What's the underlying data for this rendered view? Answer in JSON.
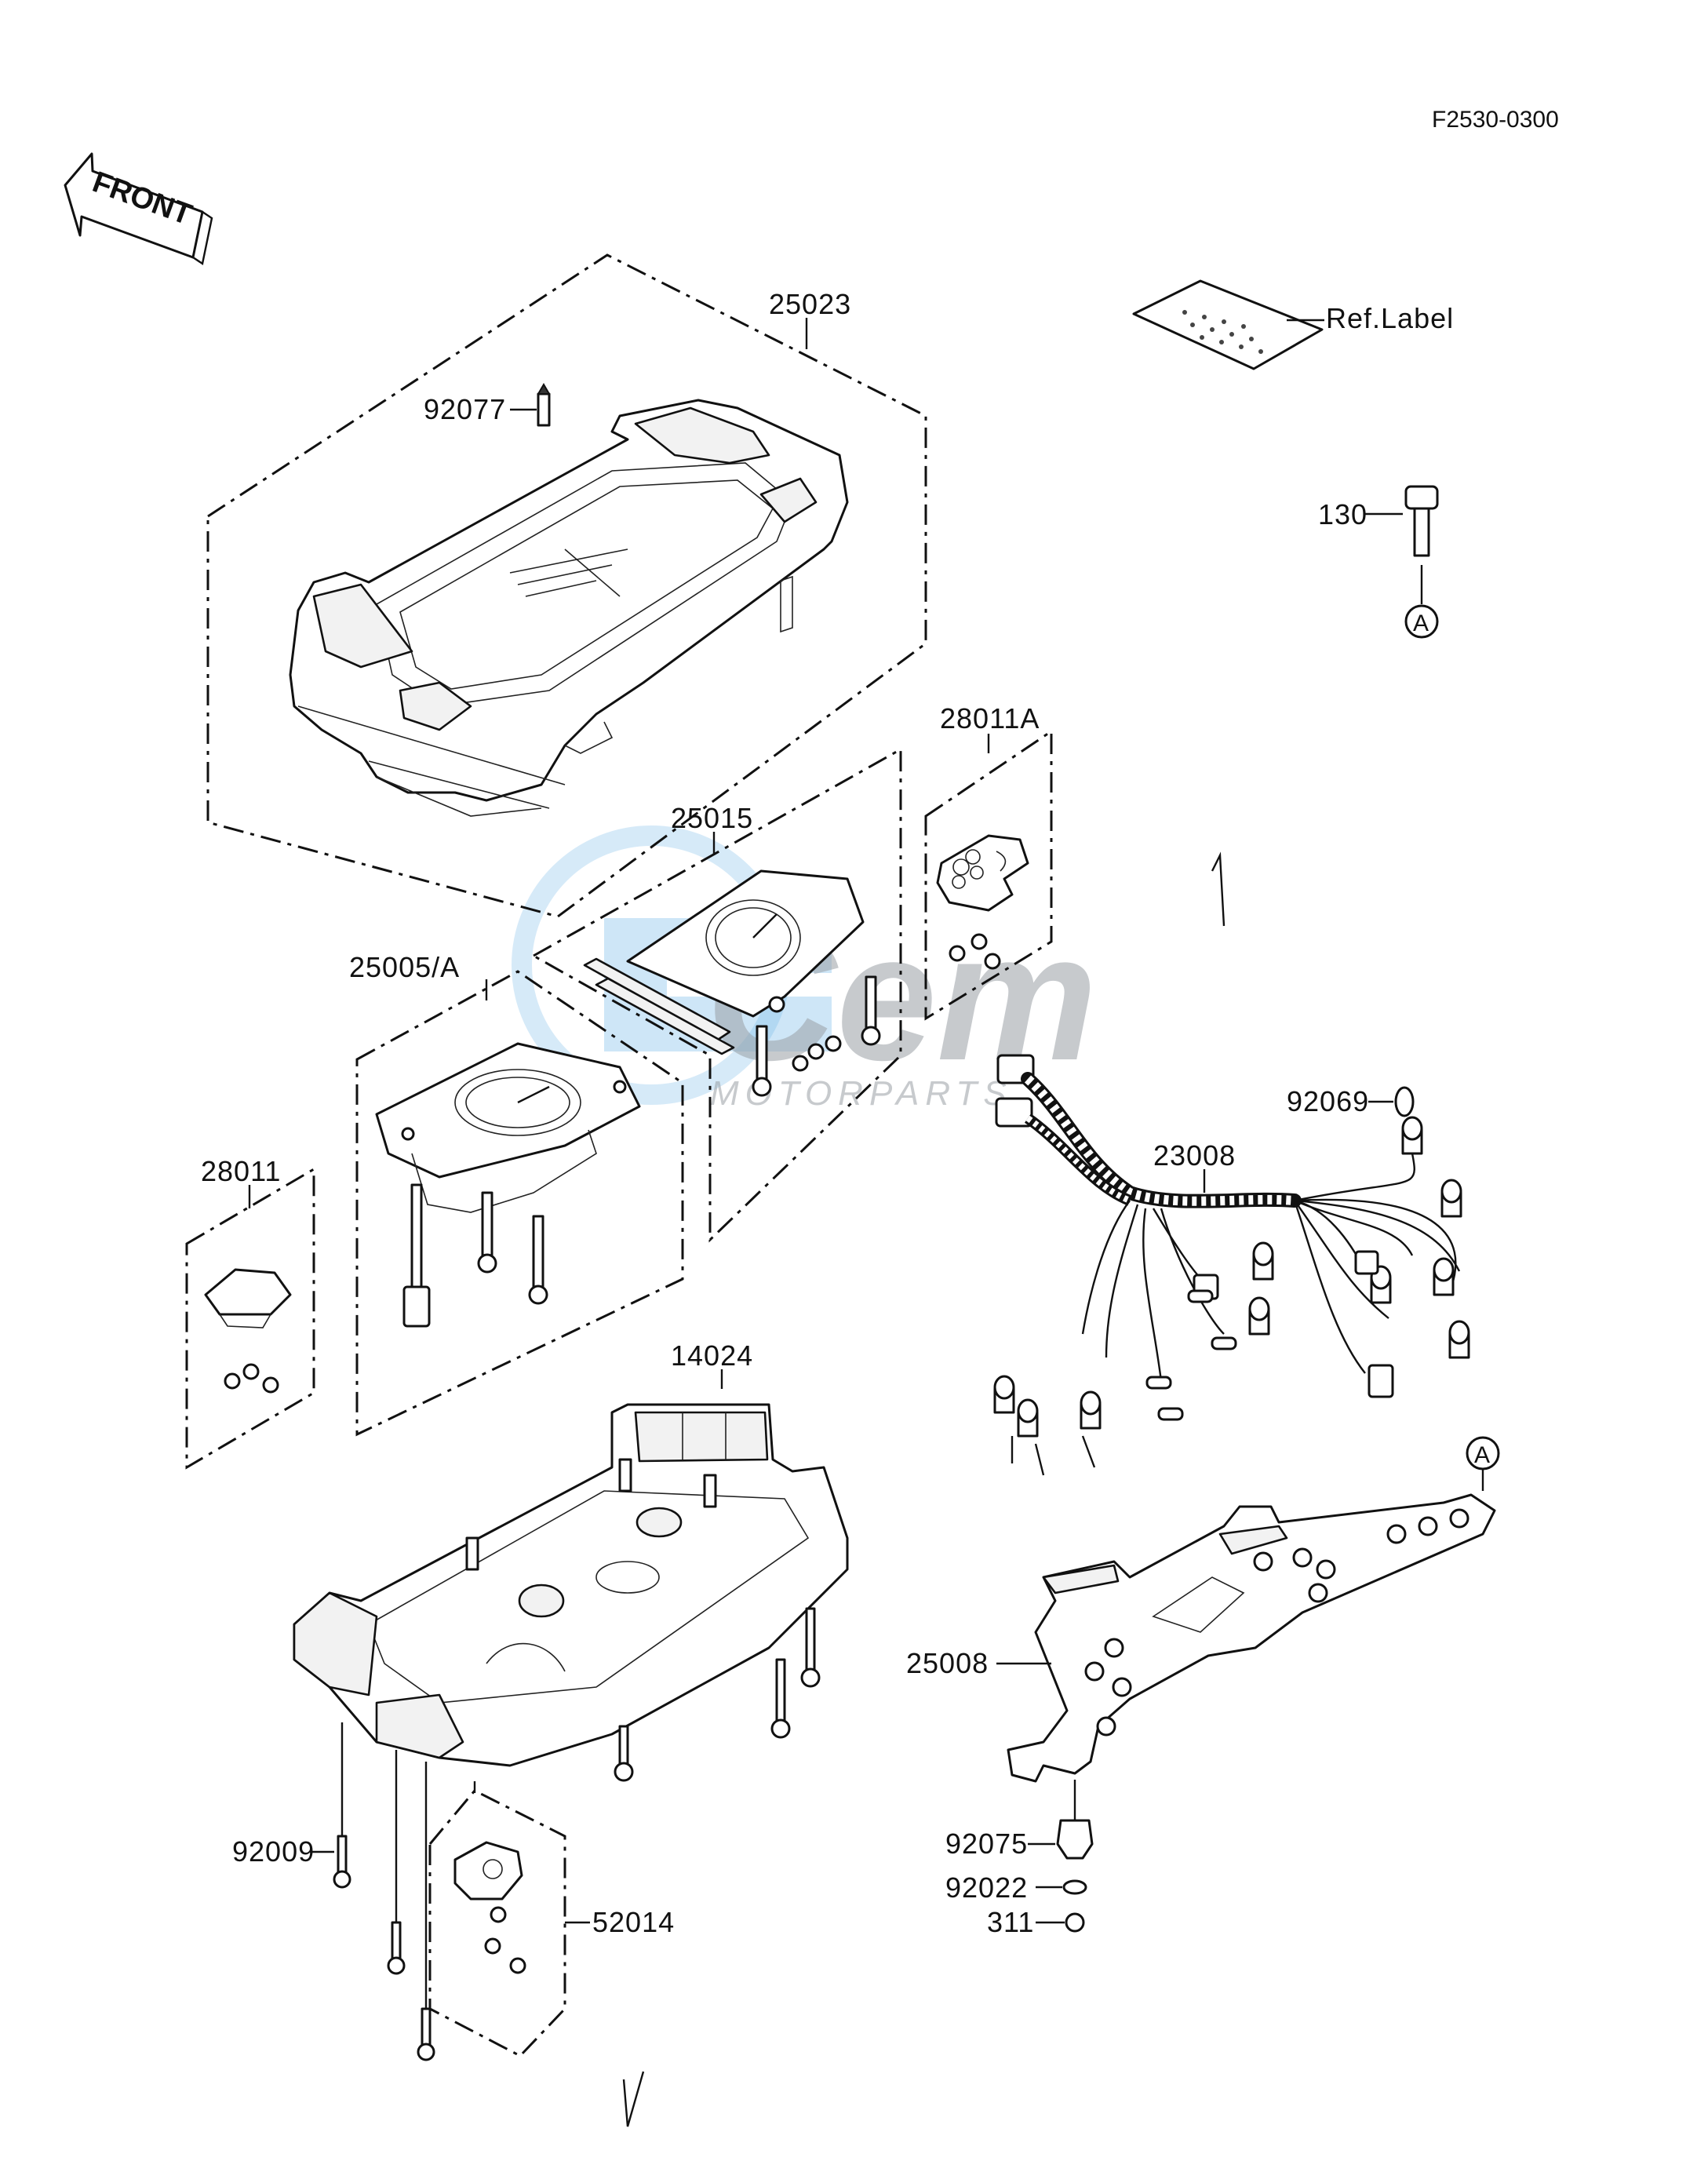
{
  "diagram_code": "F2530-0300",
  "front_arrow_label": "FRONT",
  "watermark": {
    "brand": "Cem",
    "sub": "MOTORPARTS"
  },
  "circle_marker": "A",
  "callouts": {
    "p25023": "25023",
    "p92077": "92077",
    "p_ref_label": "Ref.Label",
    "p130": "130",
    "p28011a": "28011A",
    "p25015": "25015",
    "p25005a": "25005/A",
    "p92069": "92069",
    "p23008": "23008",
    "p28011": "28011",
    "p14024": "14024",
    "p25008": "25008",
    "p92009": "92009",
    "p52014": "52014",
    "p92075": "92075",
    "p92022": "92022",
    "p311": "311"
  }
}
